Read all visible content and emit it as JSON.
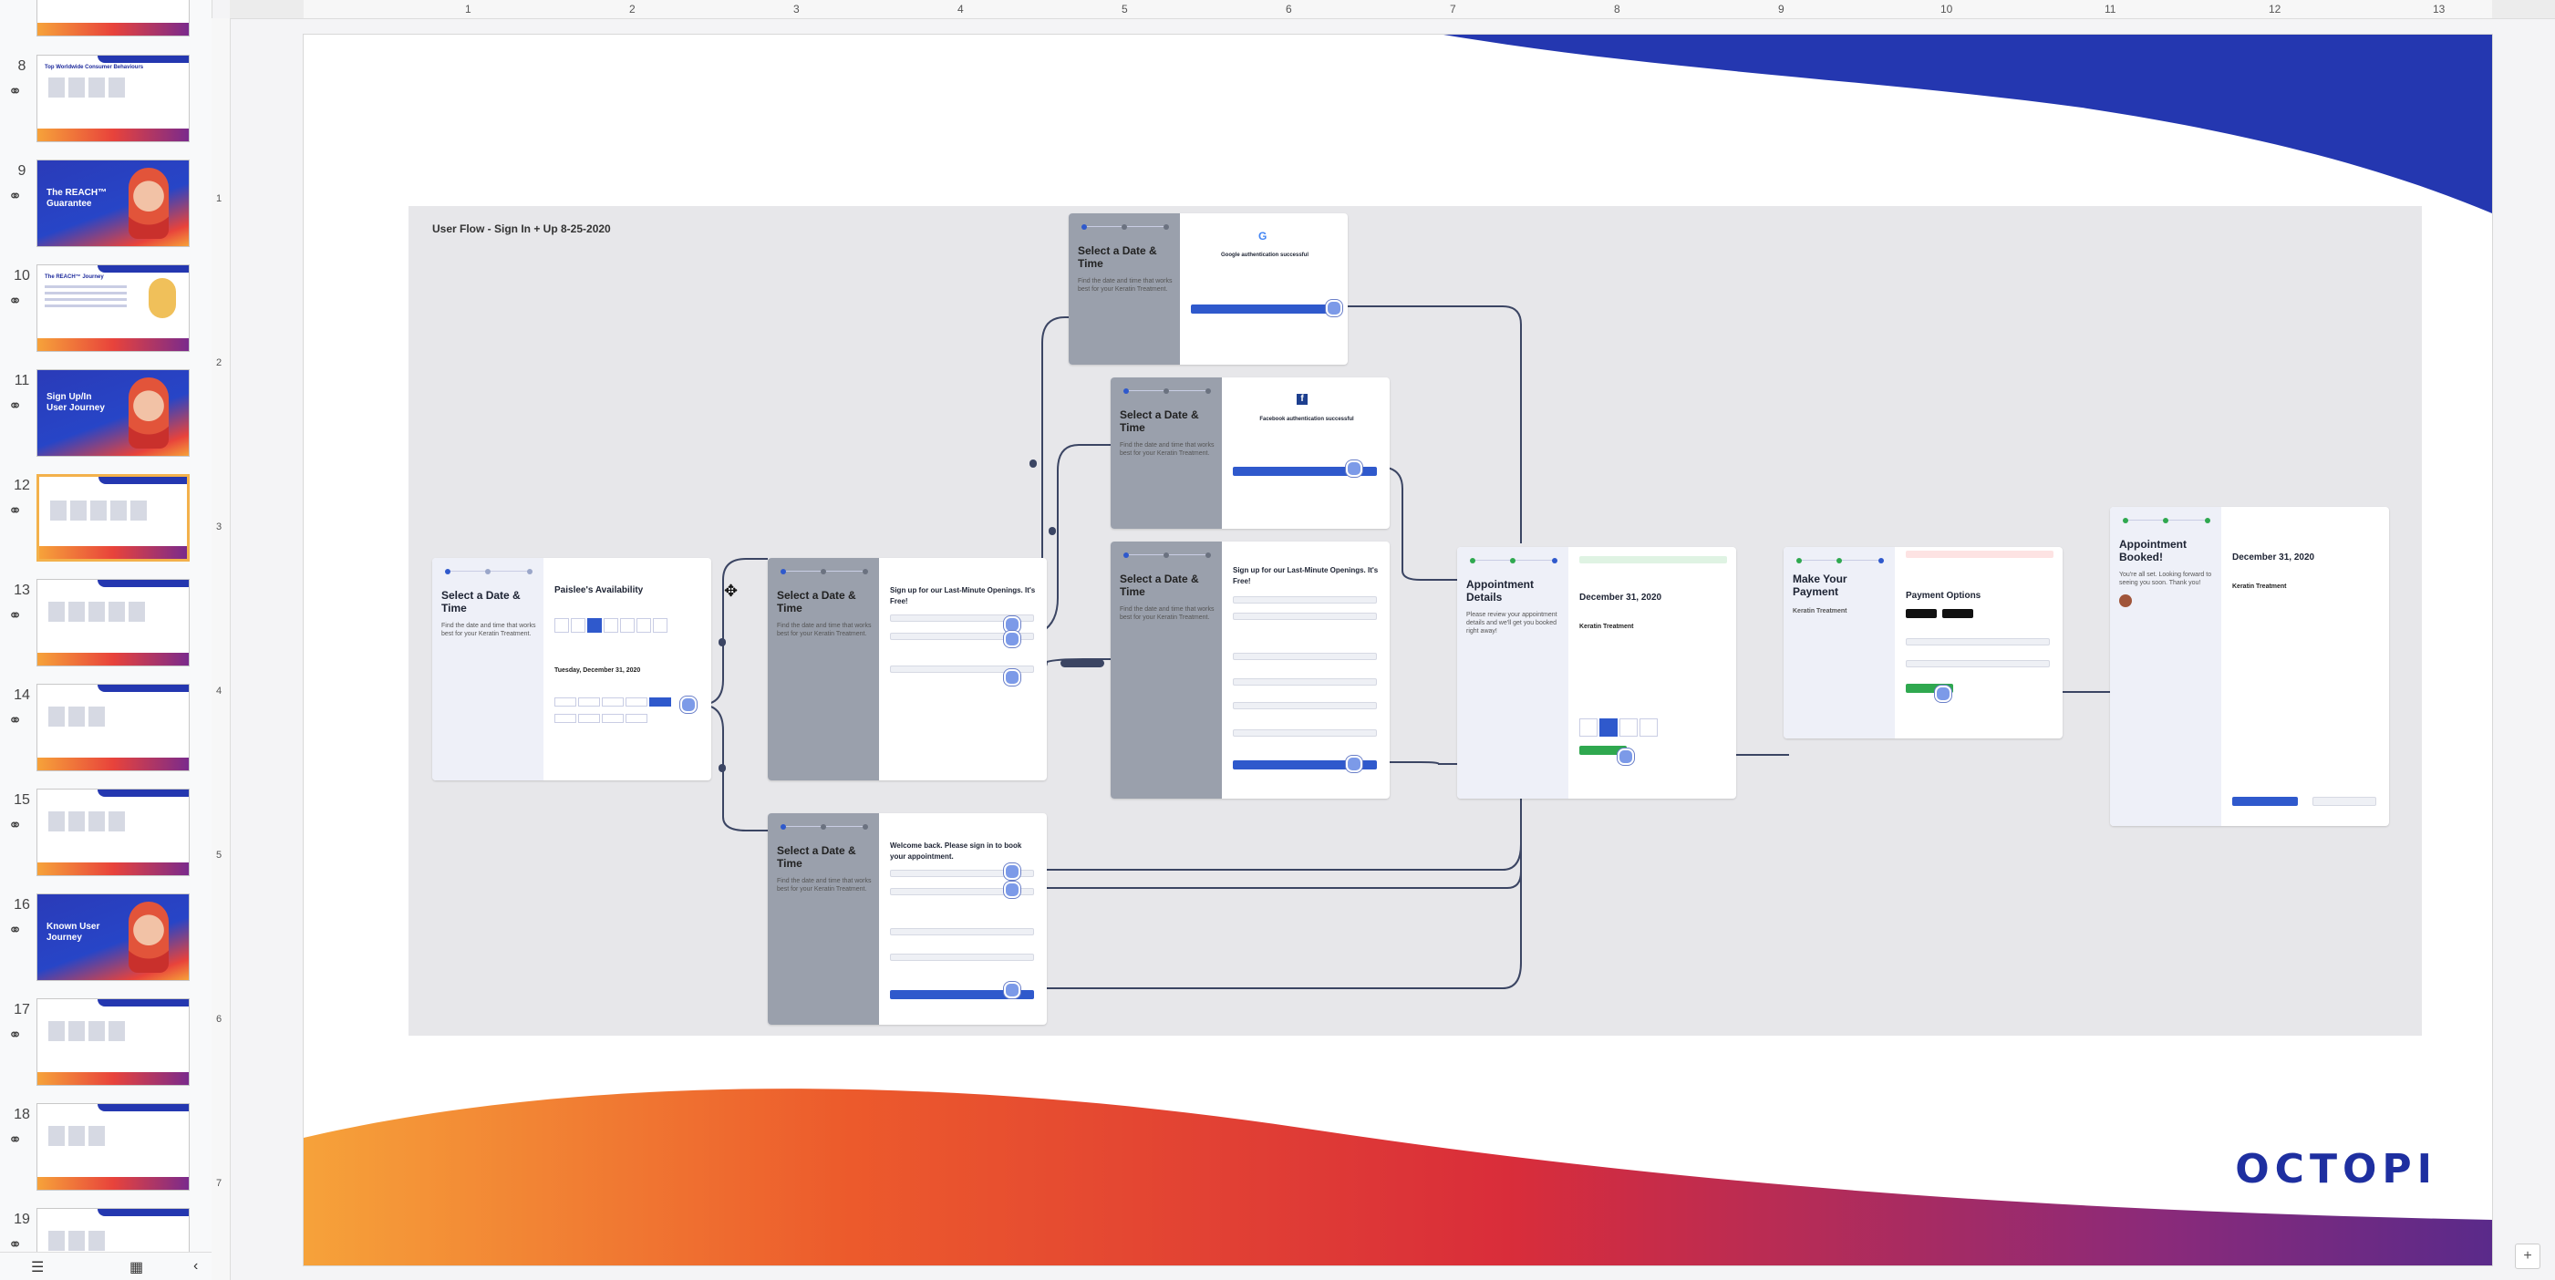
{
  "filmstrip": {
    "slides": [
      {
        "number": "8",
        "title": "Top Worldwide Consumer Behaviours",
        "style": "text"
      },
      {
        "number": "9",
        "title": "The REACH™ Guarantee",
        "style": "blue-face"
      },
      {
        "number": "10",
        "title": "The REACH™ Journey",
        "style": "text"
      },
      {
        "number": "11",
        "title": "Sign Up/In User Journey",
        "style": "blue-face"
      },
      {
        "number": "12",
        "title": "",
        "style": "flow",
        "selected": true
      },
      {
        "number": "13",
        "title": "",
        "style": "flow"
      },
      {
        "number": "14",
        "title": "",
        "style": "flow"
      },
      {
        "number": "15",
        "title": "",
        "style": "flow"
      },
      {
        "number": "16",
        "title": "Known User Journey",
        "style": "blue-face"
      },
      {
        "number": "17",
        "title": "",
        "style": "flow"
      },
      {
        "number": "18",
        "title": "",
        "style": "flow"
      },
      {
        "number": "19",
        "title": "",
        "style": "flow"
      }
    ]
  },
  "ruler": {
    "numbers": [
      "1",
      "2",
      "3",
      "4",
      "5",
      "6",
      "7",
      "8",
      "9",
      "10",
      "11",
      "12",
      "13"
    ],
    "vertical_numbers": [
      "1",
      "2",
      "3",
      "4",
      "5",
      "6",
      "7"
    ]
  },
  "slide": {
    "flow_title": "User Flow - Sign In + Up 8-25-2020",
    "logo_text": "OCTOPI",
    "screens": {
      "s1": {
        "title": "Select a Date & Time",
        "sub": "Find the date and time that works best for your Keratin Treatment.",
        "heading": "Paislee's Availability",
        "date": "Tuesday, December 31, 2020"
      },
      "s2": {
        "title": "Select a Date & Time",
        "sub": "Find the date and time that works best for your Keratin Treatment.",
        "heading": "Sign up for our Last-Minute Openings. It's Free!"
      },
      "s3": {
        "title": "Select a Date & Time",
        "sub": "Find the date and time that works best for your Keratin Treatment.",
        "heading": "Welcome back. Please sign in to book your appointment."
      },
      "s4": {
        "title": "Select a Date & Time",
        "sub": "Find the date and time that works best for your Keratin Treatment.",
        "heading": "Google authentication successful"
      },
      "s5": {
        "title": "Select a Date & Time",
        "sub": "Find the date and time that works best for your Keratin Treatment.",
        "heading": "Facebook authentication successful"
      },
      "s6": {
        "title": "Select a Date & Time",
        "sub": "Find the date and time that works best for your Keratin Treatment.",
        "heading": "Sign up for our Last-Minute Openings. It's Free!"
      },
      "s7": {
        "title": "Appointment Details",
        "sub": "Please review your appointment details and we'll get you booked right away!",
        "heading": "December 31, 2020",
        "service": "Keratin Treatment"
      },
      "s8": {
        "title": "Make Your Payment",
        "sub": "Keratin Treatment",
        "heading": "Payment Options"
      },
      "s9": {
        "title": "Appointment Booked!",
        "sub": "You're all set. Looking forward to seeing you soon. Thank you!",
        "heading": "December 31, 2020",
        "service": "Keratin Treatment"
      }
    }
  },
  "colors": {
    "accent": "#2f59cc",
    "wave_blue": "#2437b0",
    "wave_orange": "#f6a23a",
    "wave_red": "#e8433b",
    "wave_purple": "#6d2a88"
  },
  "icons": {
    "link": "link-icon",
    "list_view": "list-view-icon",
    "grid_view": "grid-view-icon",
    "collapse": "chevron-left-icon",
    "move_cursor": "move-cursor-icon",
    "explore": "explore-icon"
  }
}
